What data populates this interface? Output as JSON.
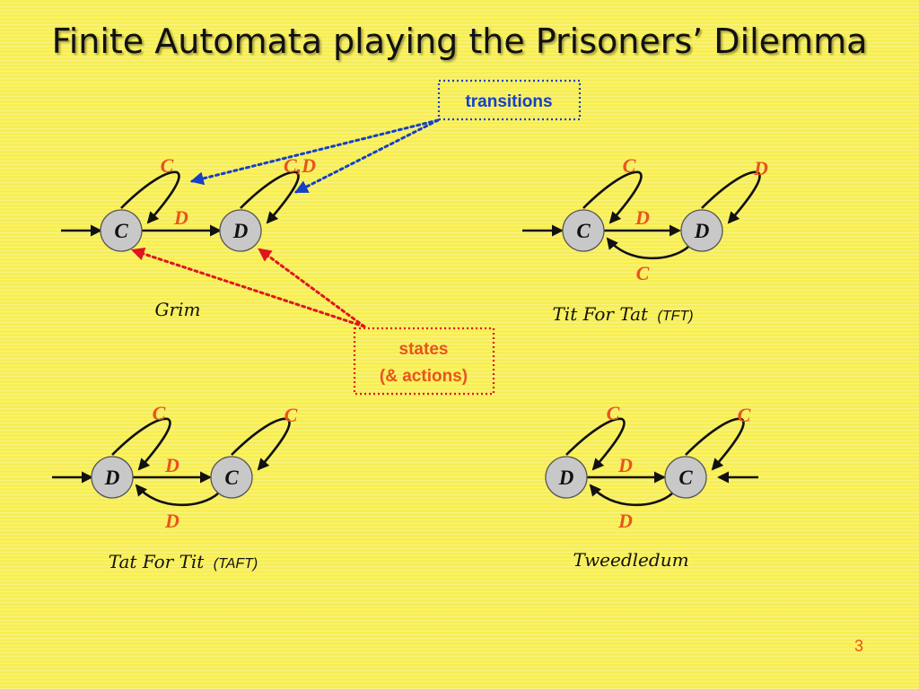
{
  "slide": {
    "title": "Finite Automata playing the Prisoners’ Dilemma",
    "page_number": "3"
  },
  "callouts": {
    "transitions": "transitions",
    "states_line1": "states",
    "states_line2": "(& actions)"
  },
  "colors": {
    "background": "#f7ee55",
    "edge_label": "#e8541e",
    "transitions_callout": "#1540c8",
    "states_callout": "#e0141e",
    "node_fill": "#c8c8c8"
  },
  "automata": {
    "grim": {
      "name": "Grim",
      "abbr": "",
      "states": [
        "C",
        "D"
      ],
      "transitions": {
        "self_C": "C",
        "C_to_D": "D",
        "self_D": "C,D"
      }
    },
    "tft": {
      "name": "Tit For Tat",
      "abbr": "(TFT)",
      "states": [
        "C",
        "D"
      ],
      "transitions": {
        "self_C": "C",
        "C_to_D": "D",
        "self_D": "D",
        "D_to_C": "C"
      }
    },
    "taft": {
      "name": "Tat For Tit",
      "abbr": "(TAFT)",
      "states": [
        "D",
        "C"
      ],
      "transitions": {
        "self_D": "C",
        "D_to_C": "D",
        "self_C": "C",
        "C_to_D": "D"
      }
    },
    "tweedledum": {
      "name": "Tweedledum",
      "abbr": "",
      "states": [
        "D",
        "C"
      ],
      "transitions": {
        "self_D": "C",
        "D_to_C": "D",
        "self_C": "C",
        "C_to_D": "D"
      }
    }
  }
}
